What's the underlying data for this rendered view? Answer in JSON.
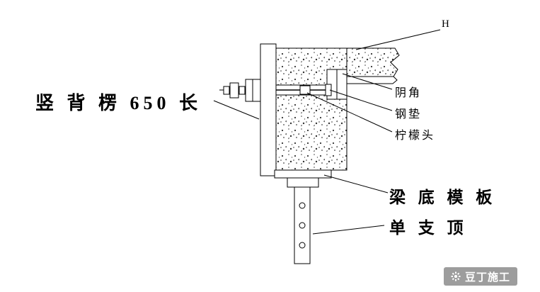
{
  "diagram": {
    "h_label": "H",
    "left_label": "竖 背 楞 650 长",
    "callouts": {
      "inner_corner": "阴角",
      "steel_pad": "钢垫",
      "lemon_head": "柠檬头",
      "beam_bottom_formwork": "梁 底 模 板",
      "single_prop": "单 支 顶"
    },
    "watermark": "豆丁施工",
    "colors": {
      "line": "#000000",
      "background": "#ffffff",
      "watermark_bg": "#9d9d9d",
      "watermark_text": "#ffffff"
    }
  }
}
